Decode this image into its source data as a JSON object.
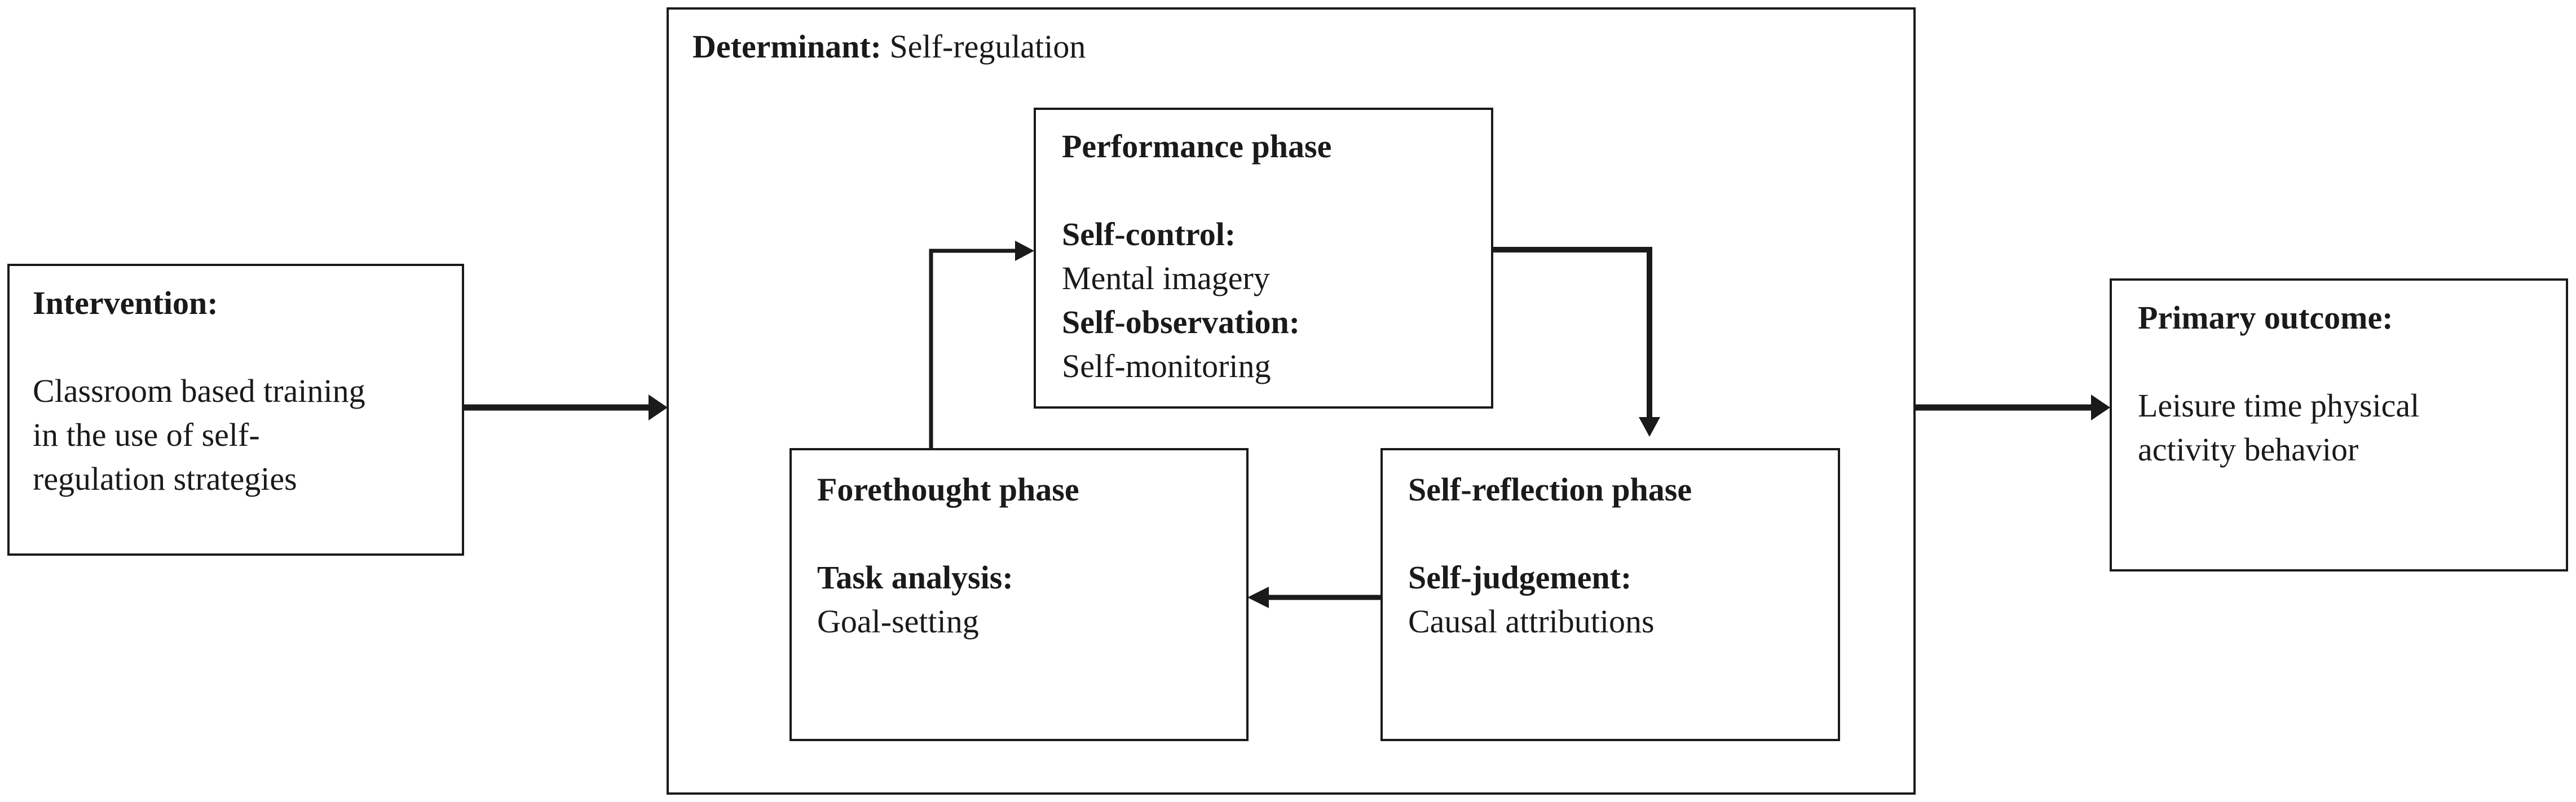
{
  "intervention": {
    "heading": "Intervention:",
    "lines": [
      "Classroom based training",
      "in the use of self-",
      "regulation strategies"
    ]
  },
  "determinant": {
    "heading": "Determinant:",
    "value": "Self-regulation"
  },
  "performance_phase": {
    "title": "Performance phase",
    "items": [
      {
        "label": "Self-control:",
        "value": "Mental imagery"
      },
      {
        "label": "Self-observation:",
        "value": "Self-monitoring"
      }
    ]
  },
  "forethought_phase": {
    "title": "Forethought phase",
    "items": [
      {
        "label": "Task analysis:",
        "value": "Goal-setting"
      }
    ]
  },
  "self_reflection_phase": {
    "title": "Self-reflection phase",
    "items": [
      {
        "label": "Self-judgement:",
        "value": "Causal attributions"
      }
    ]
  },
  "primary_outcome": {
    "heading": "Primary outcome:",
    "lines": [
      "Leisure time physical",
      "activity behavior"
    ]
  }
}
